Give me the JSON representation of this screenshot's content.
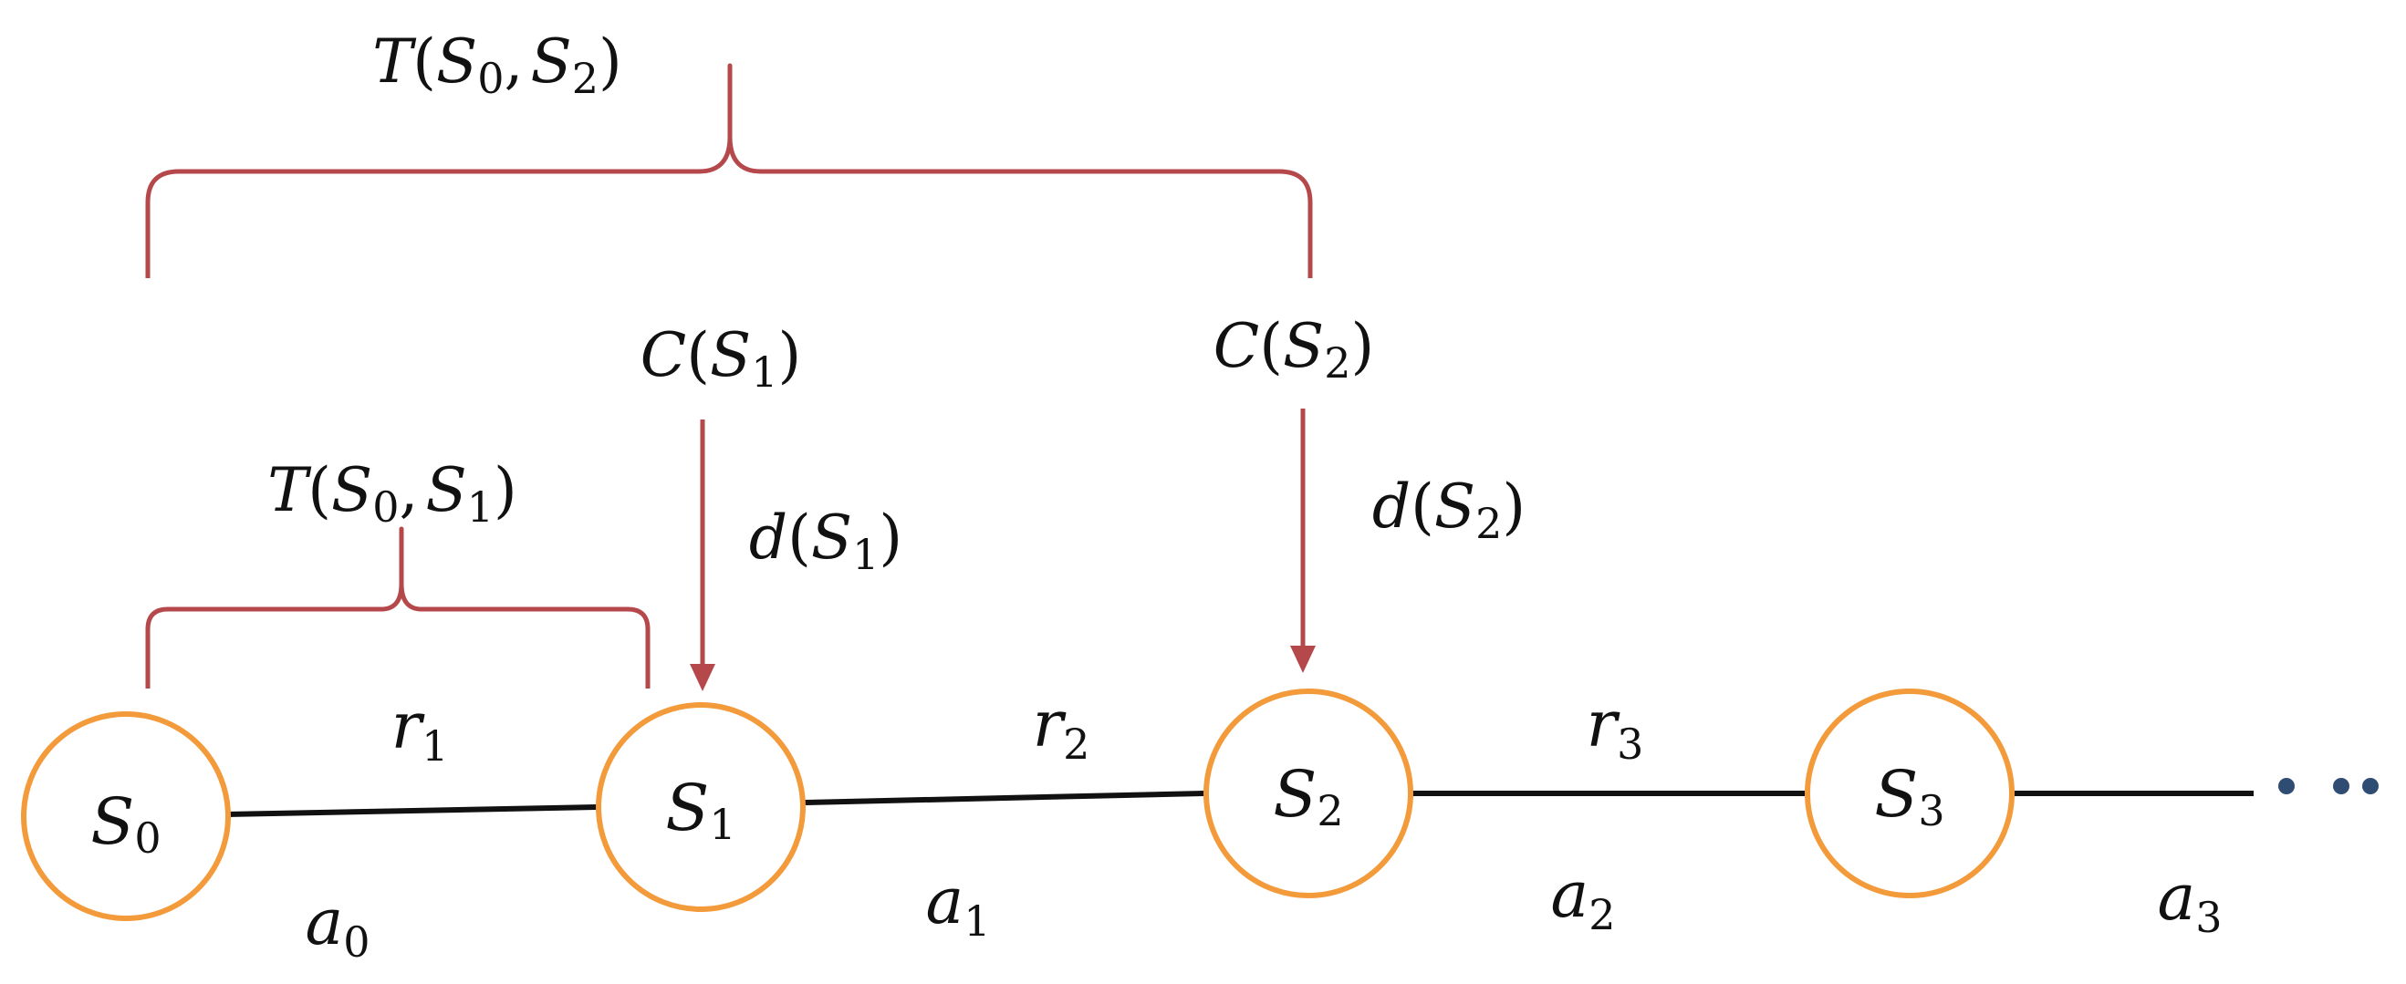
{
  "colors": {
    "state_stroke": "#F39A3A",
    "bracket": "#B5484B",
    "edge": "#111111",
    "ellipsis": "#2F4D73"
  },
  "states": [
    {
      "base": "S",
      "sub": "0"
    },
    {
      "base": "S",
      "sub": "1"
    },
    {
      "base": "S",
      "sub": "2"
    },
    {
      "base": "S",
      "sub": "3"
    }
  ],
  "rewards": [
    {
      "base": "r",
      "sub": "1"
    },
    {
      "base": "r",
      "sub": "2"
    },
    {
      "base": "r",
      "sub": "3"
    }
  ],
  "actions": [
    {
      "base": "a",
      "sub": "0"
    },
    {
      "base": "a",
      "sub": "1"
    },
    {
      "base": "a",
      "sub": "2"
    },
    {
      "base": "a",
      "sub": "3"
    }
  ],
  "brackets": {
    "short": {
      "fn": "T",
      "from": {
        "base": "S",
        "sub": "0"
      },
      "to": {
        "base": "S",
        "sub": "1"
      }
    },
    "long": {
      "fn": "T",
      "from": {
        "base": "S",
        "sub": "0"
      },
      "to": {
        "base": "S",
        "sub": "2"
      }
    }
  },
  "checkpoints": [
    {
      "fn": "C",
      "arg": {
        "base": "S",
        "sub": "1"
      },
      "delay_fn": "d",
      "delay_arg": {
        "base": "S",
        "sub": "1"
      }
    },
    {
      "fn": "C",
      "arg": {
        "base": "S",
        "sub": "2"
      },
      "delay_fn": "d",
      "delay_arg": {
        "base": "S",
        "sub": "2"
      }
    }
  ],
  "punct": {
    "open": "(",
    "close": ")",
    "comma": ","
  }
}
